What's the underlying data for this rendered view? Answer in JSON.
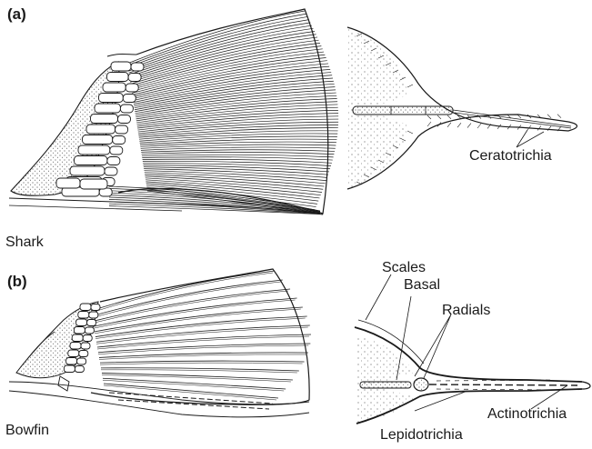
{
  "panels": [
    {
      "letter": "(a)",
      "caption": "Shark",
      "callouts": [
        "Ceratotrichia"
      ]
    },
    {
      "letter": "(b)",
      "caption": "Bowfin",
      "callouts": [
        "Scales",
        "Basal",
        "Radials",
        "Lepidotrichia",
        "Actinotrichia"
      ]
    }
  ],
  "colors": {
    "ink": "#1a1a1a",
    "background": "#ffffff"
  }
}
